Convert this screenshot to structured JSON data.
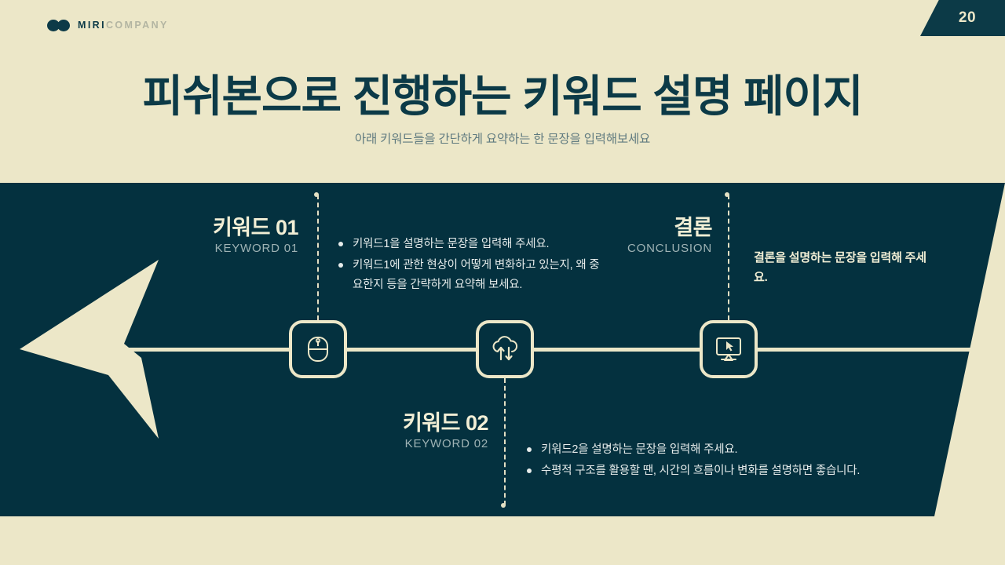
{
  "header": {
    "logo_strong": "MIRI",
    "logo_light": "COMPANY",
    "page_number": "20"
  },
  "title": "피쉬본으로 진행하는 키워드 설명 페이지",
  "subtitle": "아래 키워드들을 간단하게 요약하는 한 문장을 입력해보세요",
  "nodes": [
    {
      "icon": "mouse-icon"
    },
    {
      "icon": "cloud-sync-icon"
    },
    {
      "icon": "monitor-cursor-icon"
    }
  ],
  "keyword1": {
    "title": "키워드 01",
    "subtitle": "KEYWORD 01",
    "bullets": [
      "키워드1을 설명하는 문장을 입력해 주세요.",
      "키워드1에 관한 현상이 어떻게 변화하고 있는지, 왜 중요한지 등을 간략하게 요약해 보세요."
    ]
  },
  "keyword2": {
    "title": "키워드 02",
    "subtitle": "KEYWORD 02",
    "bullets": [
      "키워드2을 설명하는 문장을 입력해 주세요.",
      "수평적 구조를 활용할 땐, 시간의 흐름이나 변화를 설명하면 좋습니다."
    ]
  },
  "conclusion": {
    "title": "결론",
    "subtitle": "CONCLUSION",
    "body": "결론을 설명하는 문장을 입력해 주세요."
  },
  "colors": {
    "background": "#ece7c8",
    "panel": "#04313f",
    "accent_dark": "#0c3a47",
    "cream": "#ece7c8",
    "muted": "#9fb3b5"
  }
}
